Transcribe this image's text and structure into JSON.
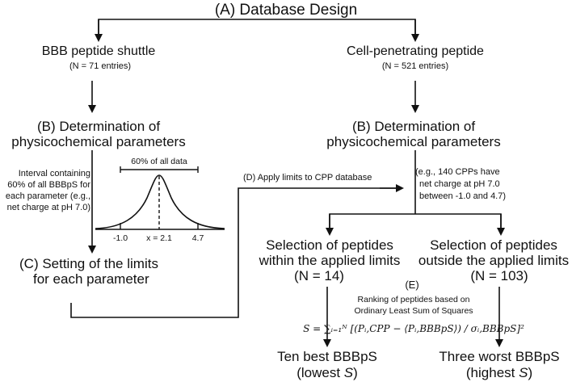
{
  "title": "(A) Database Design",
  "left": {
    "heading": "BBB peptide shuttle",
    "count": "(N = 71 entries)",
    "param_line1": "(B) Determination of",
    "param_line2": "physicochemical parameters",
    "interval_note": [
      "Interval containing",
      "60% of all BBBpS for",
      "each parameter (e.g.,",
      "net charge at pH 7.0)"
    ],
    "limits_line1": "(C) Setting of the limits",
    "limits_line2": "for each parameter"
  },
  "distribution": {
    "bracket_label": "60% of all data",
    "ticks": [
      "-1.0",
      "x = 2.1",
      "4.7"
    ]
  },
  "apply_label": "(D) Apply limits to CPP database",
  "right": {
    "heading": "Cell-penetrating peptide",
    "count": "(N = 521 entries)",
    "param_line1": "(B) Determination of",
    "param_line2": "physicochemical parameters",
    "example_note": [
      "(e.g., 140 CPPs have",
      "net charge at pH 7.0",
      "between -1.0 and 4.7)"
    ]
  },
  "within": {
    "line1": "Selection of peptides",
    "line2": "within the applied limits",
    "count": "(N = 14)"
  },
  "outside": {
    "line1": "Selection of peptides",
    "line2": "outside the applied limits",
    "count": "(N = 103)"
  },
  "ranking": {
    "label": "(E)",
    "line1": "Ranking of peptides based on",
    "line2": "Ordinary Least Sum of Squares",
    "formula": "S = ∑ᵢ₌₁ᴺ [(Pᵢ,CPP − ⟨Pᵢ,BBBpS⟩) / σᵢ,BBBpS]²"
  },
  "best": {
    "line1": "Ten best BBBpS",
    "line2_prefix": "(lowest ",
    "line2_var": "S",
    "line2_suffix": ")"
  },
  "worst": {
    "line1": "Three worst BBBpS",
    "line2_prefix": "(highest ",
    "line2_var": "S",
    "line2_suffix": ")"
  }
}
